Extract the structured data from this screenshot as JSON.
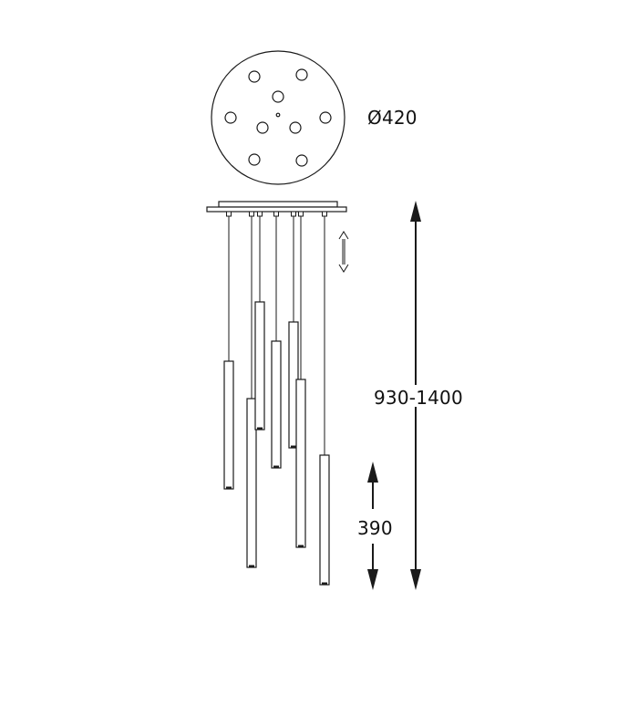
{
  "dimensions": {
    "diameter": "Ø420",
    "drop_height": "930-1400",
    "tube_length": "390"
  },
  "colors": {
    "line": "#1a1a1a",
    "background": "#ffffff"
  },
  "icons": {
    "adjust": "double-arrow-vertical-icon"
  }
}
